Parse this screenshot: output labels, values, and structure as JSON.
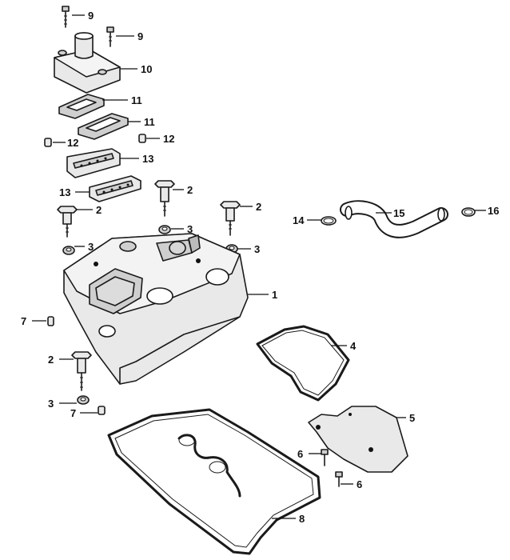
{
  "callouts": {
    "c1": "1",
    "c2a": "2",
    "c2b": "2",
    "c2c": "2",
    "c2d": "2",
    "c3a": "3",
    "c3b": "3",
    "c3c": "3",
    "c3d": "3",
    "c4": "4",
    "c5": "5",
    "c6a": "6",
    "c6b": "6",
    "c7a": "7",
    "c7b": "7",
    "c8": "8",
    "c9a": "9",
    "c9b": "9",
    "c10": "10",
    "c11a": "11",
    "c11b": "11",
    "c12a": "12",
    "c12b": "12",
    "c13a": "13",
    "c13b": "13",
    "c14": "14",
    "c15": "15",
    "c16": "16"
  }
}
